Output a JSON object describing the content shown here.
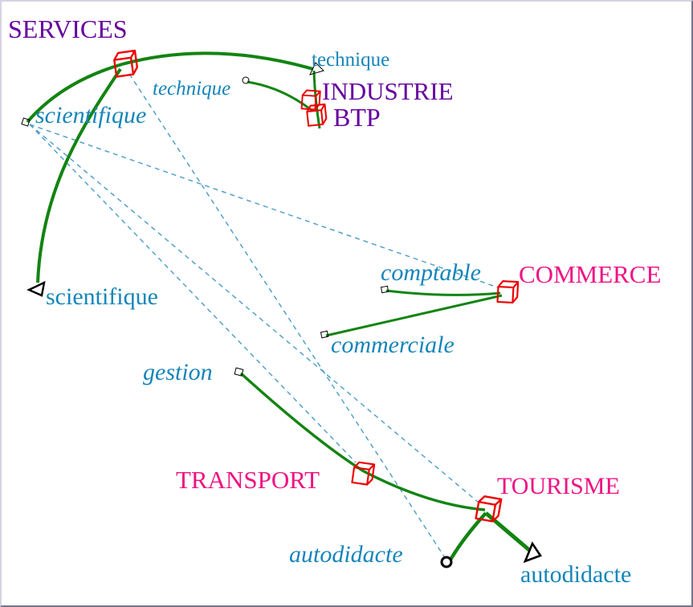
{
  "diagram": {
    "title": "Category / attribute correspondence graph (French vocational sectors)",
    "type": "node-link-graph",
    "nodes": {
      "services": {
        "label": "SERVICES",
        "kind": "category",
        "color": "#66009e",
        "marker": "red-cube"
      },
      "industrie": {
        "label": "INDUSTRIE",
        "kind": "category",
        "color": "#66009e",
        "marker": "red-cube"
      },
      "btp": {
        "label": "BTP",
        "kind": "category",
        "color": "#66009e",
        "marker": "red-cube"
      },
      "commerce": {
        "label": "COMMERCE",
        "kind": "category",
        "color": "#ef1283",
        "marker": "red-cube"
      },
      "transport": {
        "label": "TRANSPORT",
        "kind": "category",
        "color": "#ef1283",
        "marker": "red-cube"
      },
      "tourisme": {
        "label": "TOURISME",
        "kind": "category",
        "color": "#ef1283",
        "marker": "red-cube"
      },
      "technique_italic": {
        "label": "technique",
        "kind": "attribute",
        "color": "#1585ba",
        "style": "italic",
        "marker": "black-dot"
      },
      "technique_upright": {
        "label": "technique",
        "kind": "attribute",
        "color": "#1585ba",
        "style": "upright",
        "marker": "black-arrowhead"
      },
      "scientifique_italic": {
        "label": "scientifique",
        "kind": "attribute",
        "color": "#1585ba",
        "style": "italic",
        "marker": "black-square"
      },
      "scientifique_upright": {
        "label": "scientifique",
        "kind": "attribute",
        "color": "#1585ba",
        "style": "upright",
        "marker": "black-triangle"
      },
      "comptable": {
        "label": "comptable",
        "kind": "attribute",
        "color": "#1585ba",
        "style": "italic",
        "marker": "black-square"
      },
      "commerciale": {
        "label": "commerciale",
        "kind": "attribute",
        "color": "#1585ba",
        "style": "italic",
        "marker": "black-square"
      },
      "gestion": {
        "label": "gestion",
        "kind": "attribute",
        "color": "#1585ba",
        "style": "italic",
        "marker": "black-square"
      },
      "autodidacte_italic": {
        "label": "autodidacte",
        "kind": "attribute",
        "color": "#1585ba",
        "style": "italic",
        "marker": "black-circle"
      },
      "autodidacte_upright": {
        "label": "autodidacte",
        "kind": "attribute",
        "color": "#1585ba",
        "style": "upright",
        "marker": "black-triangle"
      }
    },
    "edges": {
      "solid_green": [
        {
          "from": "scientifique_italic",
          "to": "services"
        },
        {
          "from": "services",
          "to": "technique_upright"
        },
        {
          "from": "technique_upright",
          "to": "industrie"
        },
        {
          "from": "technique_upright",
          "to": "btp"
        },
        {
          "from": "technique_italic",
          "to": "btp"
        },
        {
          "from": "services",
          "to": "scientifique_upright"
        },
        {
          "from": "comptable",
          "to": "commerce"
        },
        {
          "from": "commerciale",
          "to": "commerce"
        },
        {
          "from": "gestion",
          "to": "transport"
        },
        {
          "from": "transport",
          "to": "tourisme"
        },
        {
          "from": "tourisme",
          "to": "autodidacte_italic"
        },
        {
          "from": "tourisme",
          "to": "autodidacte_upright"
        }
      ],
      "dashed_blue": [
        {
          "from": "scientifique_italic",
          "to": "commerce"
        },
        {
          "from": "scientifique_italic",
          "to": "transport"
        },
        {
          "from": "scientifique_italic",
          "to": "tourisme"
        },
        {
          "from": "services",
          "to": "autodidacte_italic"
        }
      ]
    },
    "colors": {
      "category_purple": "#66009e",
      "category_pink": "#ef1283",
      "attribute_blue": "#1585ba",
      "edge_strong_green": "#128412",
      "edge_weak_blue": "#4a9cc9",
      "node_cube_red": "#ee0000",
      "marker_black": "#000000",
      "background": "#ffffff"
    }
  }
}
